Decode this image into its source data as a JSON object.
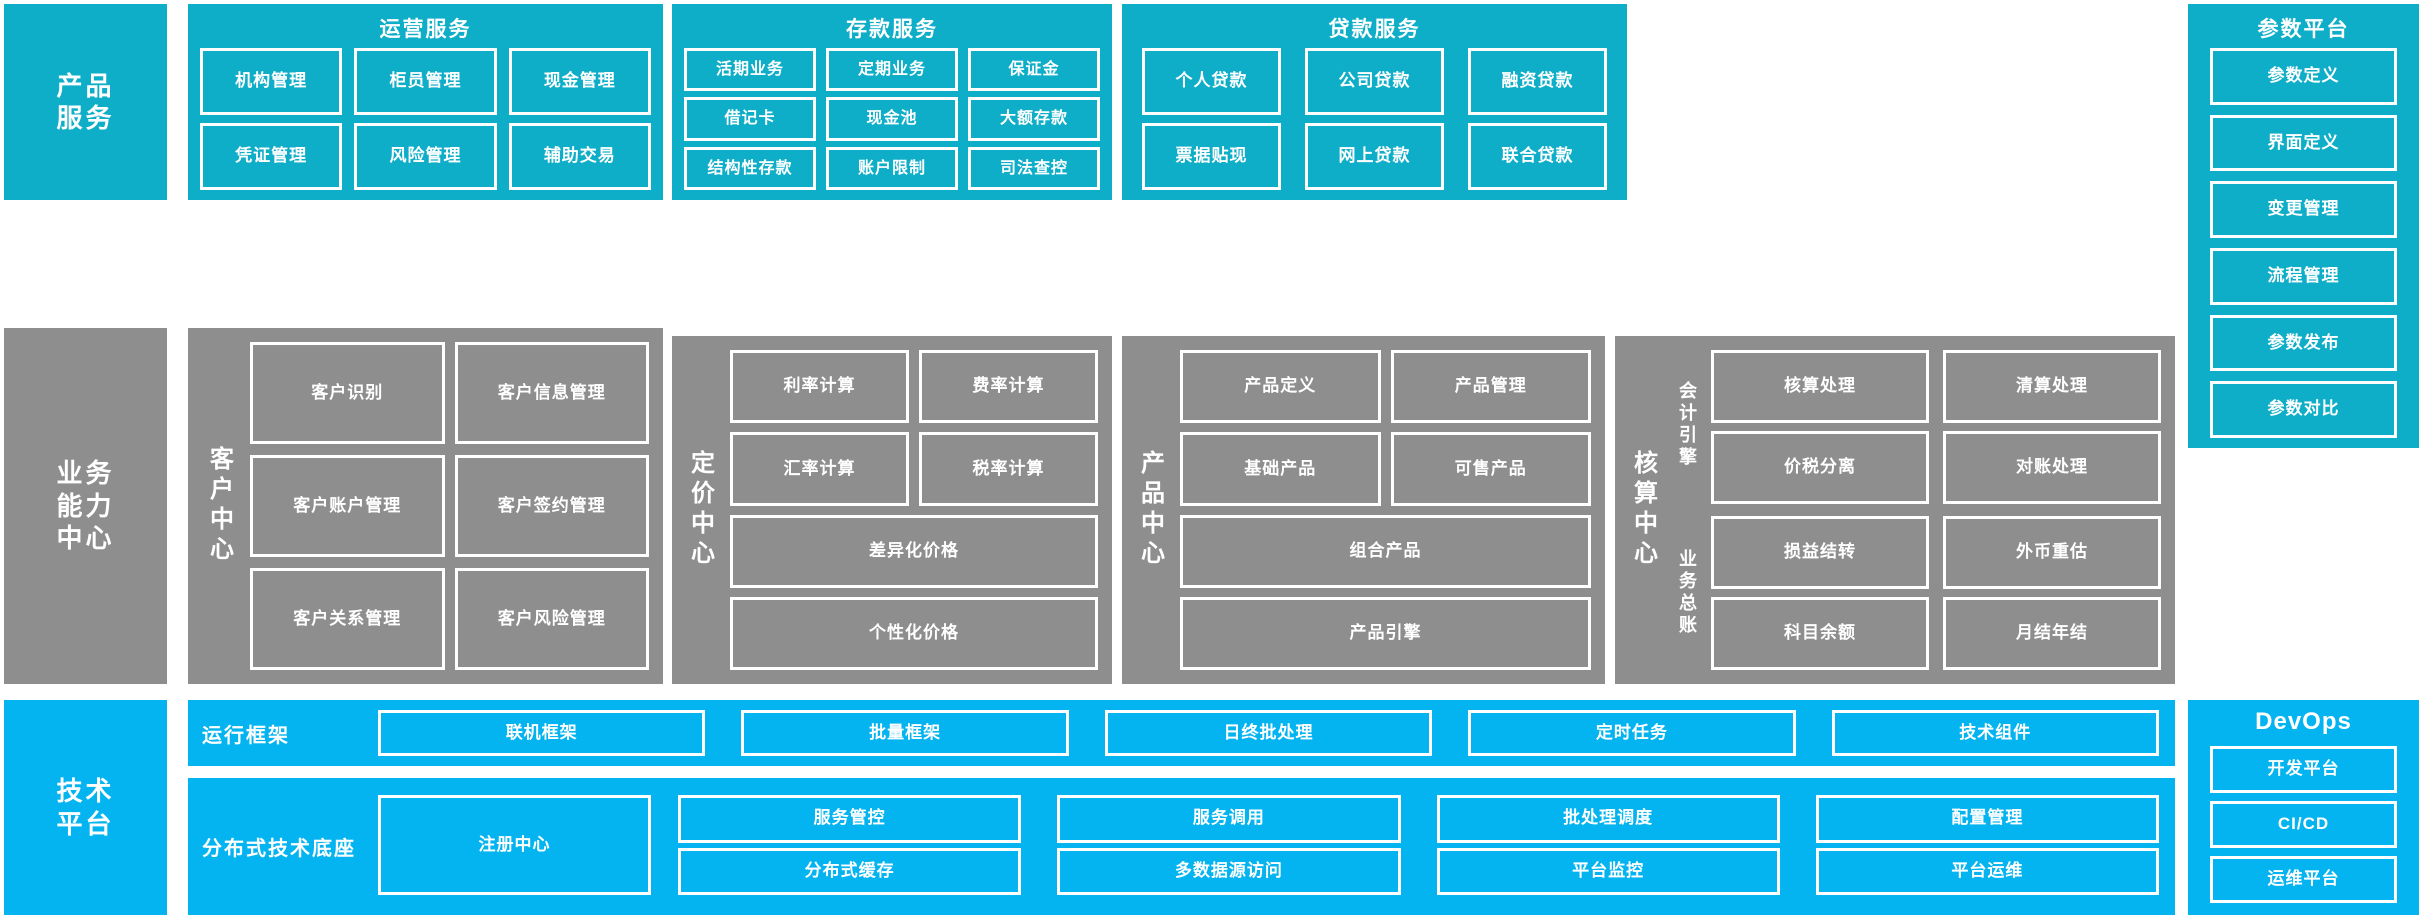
{
  "meta": {
    "colors": {
      "teal": "#0FAEC8",
      "gray": "#8E8E8E",
      "cyan": "#04B4F0",
      "border": "#FFFFFF",
      "background": "#FFFFFF"
    }
  },
  "layers": {
    "product_service": {
      "label": "产品\n服务"
    },
    "business_capability": {
      "label": "业务\n能力\n中心"
    },
    "technical_platform": {
      "label": "技术\n平台"
    }
  },
  "product_service": {
    "groups": [
      {
        "title": "运营服务",
        "tiles": [
          "机构管理",
          "柜员管理",
          "现金管理",
          "凭证管理",
          "风险管理",
          "辅助交易"
        ]
      },
      {
        "title": "存款服务",
        "tiles": [
          "活期业务",
          "定期业务",
          "保证金",
          "借记卡",
          "现金池",
          "大额存款",
          "结构性存款",
          "账户限制",
          "司法查控"
        ]
      },
      {
        "title": "贷款服务",
        "tiles": [
          "个人贷款",
          "公司贷款",
          "融资贷款",
          "票据贴现",
          "网上贷款",
          "联合贷款"
        ]
      }
    ]
  },
  "parameter_platform": {
    "title": "参数平台",
    "tiles": [
      "参数定义",
      "界面定义",
      "变更管理",
      "流程管理",
      "参数发布",
      "参数对比"
    ]
  },
  "business_capability": {
    "centers": [
      {
        "name": "客户中心",
        "rows": [
          [
            "客户识别",
            "客户信息管理"
          ],
          [
            "客户账户管理",
            "客户签约管理"
          ],
          [
            "客户关系管理",
            "客户风险管理"
          ]
        ]
      },
      {
        "name": "定价中心",
        "rows": [
          [
            "利率计算",
            "费率计算"
          ],
          [
            "汇率计算",
            "税率计算"
          ],
          [
            "差异化价格"
          ],
          [
            "个性化价格"
          ]
        ]
      },
      {
        "name": "产品中心",
        "rows": [
          [
            "产品定义",
            "产品管理"
          ],
          [
            "基础产品",
            "可售产品"
          ],
          [
            "组合产品"
          ],
          [
            "产品引擎"
          ]
        ]
      },
      {
        "name": "核算中心",
        "subgroups": [
          {
            "name": "会计引擎",
            "rows": [
              [
                "核算处理",
                "清算处理"
              ],
              [
                "价税分离",
                "对账处理"
              ]
            ]
          },
          {
            "name": "业务总账",
            "rows": [
              [
                "损益结转",
                "外币重估"
              ],
              [
                "科目余额",
                "月结年结"
              ]
            ]
          }
        ]
      }
    ]
  },
  "technical_platform": {
    "bands": [
      {
        "name": "运行框架",
        "tiles": [
          "联机框架",
          "批量框架",
          "日终批处理",
          "定时任务",
          "技术组件"
        ]
      },
      {
        "name": "分布式技术底座",
        "wide_tile": "注册中心",
        "columns": [
          [
            "服务管控",
            "分布式缓存"
          ],
          [
            "服务调用",
            "多数据源访问"
          ],
          [
            "批处理调度",
            "平台监控"
          ],
          [
            "配置管理",
            "平台运维"
          ]
        ]
      }
    ]
  },
  "devops": {
    "title": "DevOps",
    "tiles": [
      "开发平台",
      "CI/CD",
      "运维平台"
    ]
  }
}
